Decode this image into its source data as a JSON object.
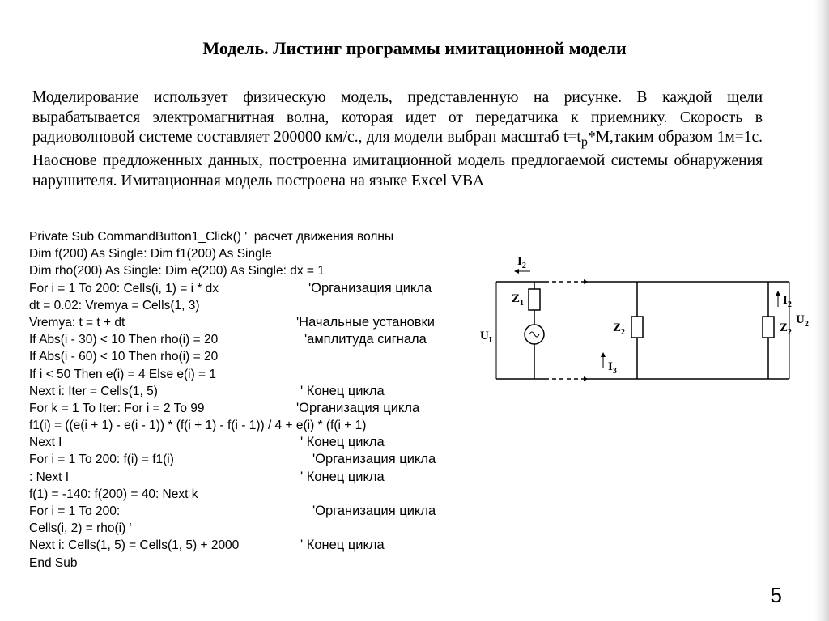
{
  "slide": {
    "title": "Модель. Листинг программы имитационной модели",
    "intro_part1": "Моделирование использует физическую модель, представленную на рисунке. В каждой щели вырабатывается электромагнитная волна, которая идет от передатчика к приемнику. Скорость в радиоволновой системе составляет 200000 км/с., для модели выбран масштаб t=t",
    "intro_sub": "р",
    "intro_part2": "*М,таким образом 1м=1с. Наоснове предложенных данных, построенна  имитационной модель  предлогаемой системы обнаружения нарушителя. Имитационная модель построена на языке Excel VBA",
    "page_number": "5"
  },
  "code_lines": [
    {
      "code": "Private Sub CommandButton1_Click() '  расчет движения волны",
      "comment": ""
    },
    {
      "code": "Dim f(200) As Single: Dim f1(200) As Single",
      "comment": ""
    },
    {
      "code": "Dim rho(200) As Single: Dim e(200) As Single: dx = 1",
      "comment": ""
    },
    {
      "code": "For i = 1 To 200: Cells(i, 1) = i * dx",
      "comment": "'Организация цикла"
    },
    {
      "code": "dt = 0.02: Vremya = Cells(1, 3)",
      "comment": ""
    },
    {
      "code": "Vremya: t = t + dt",
      "comment": "'Начальные установки"
    },
    {
      "code": "If Abs(i - 30) < 10 Then rho(i) = 20",
      "comment": "'амплитуда сигнала"
    },
    {
      "code": "If Abs(i - 60) < 10 Then rho(i) = 20",
      "comment": ""
    },
    {
      "code": "If i < 50 Then e(i) = 4 Else e(i) = 1",
      "comment": ""
    },
    {
      "code": "Next i: Iter = Cells(1, 5)",
      "comment": "' Конец цикла"
    },
    {
      "code": "For k = 1 To Iter: For i = 2 To 99",
      "comment": "'Организация цикла"
    },
    {
      "code": "f1(i) = ((e(i + 1) - e(i - 1)) * (f(i + 1) - f(i - 1)) / 4 + e(i) * (f(i + 1)",
      "comment": ""
    },
    {
      "code": "Next I",
      "comment": "' Конец цикла"
    },
    {
      "code": "For i = 1 To 200: f(i) = f1(i)",
      "comment": "'Организация цикла"
    },
    {
      "code": ": Next I",
      "comment": "' Конец цикла"
    },
    {
      "code": "f(1) = -140: f(200) = 40: Next k",
      "comment": ""
    },
    {
      "code": "For i = 1 To 200:",
      "comment": "'Организация цикла"
    },
    {
      "code": "Cells(i, 2) = rho(i) ‘",
      "comment": ""
    },
    {
      "code": "Next i: Cells(1, 5) = Cells(1, 5) + 2000",
      "comment": "' Конец цикла"
    },
    {
      "code": "End Sub",
      "comment": ""
    }
  ],
  "diagram": {
    "labels": {
      "current_top": "I",
      "current_top_sub": "2",
      "current_right": "I",
      "current_right_sub": "2",
      "current_bottom": "I",
      "current_bottom_sub": "3",
      "source_voltage": "U",
      "source_voltage_sub": "I",
      "load_voltage": "U",
      "load_voltage_sub": "2",
      "z1": "Z",
      "z1_sub": "1",
      "z2_left": "Z",
      "z2_left_sub": "2",
      "z2_right": "Z",
      "z2_right_sub": "2"
    }
  }
}
